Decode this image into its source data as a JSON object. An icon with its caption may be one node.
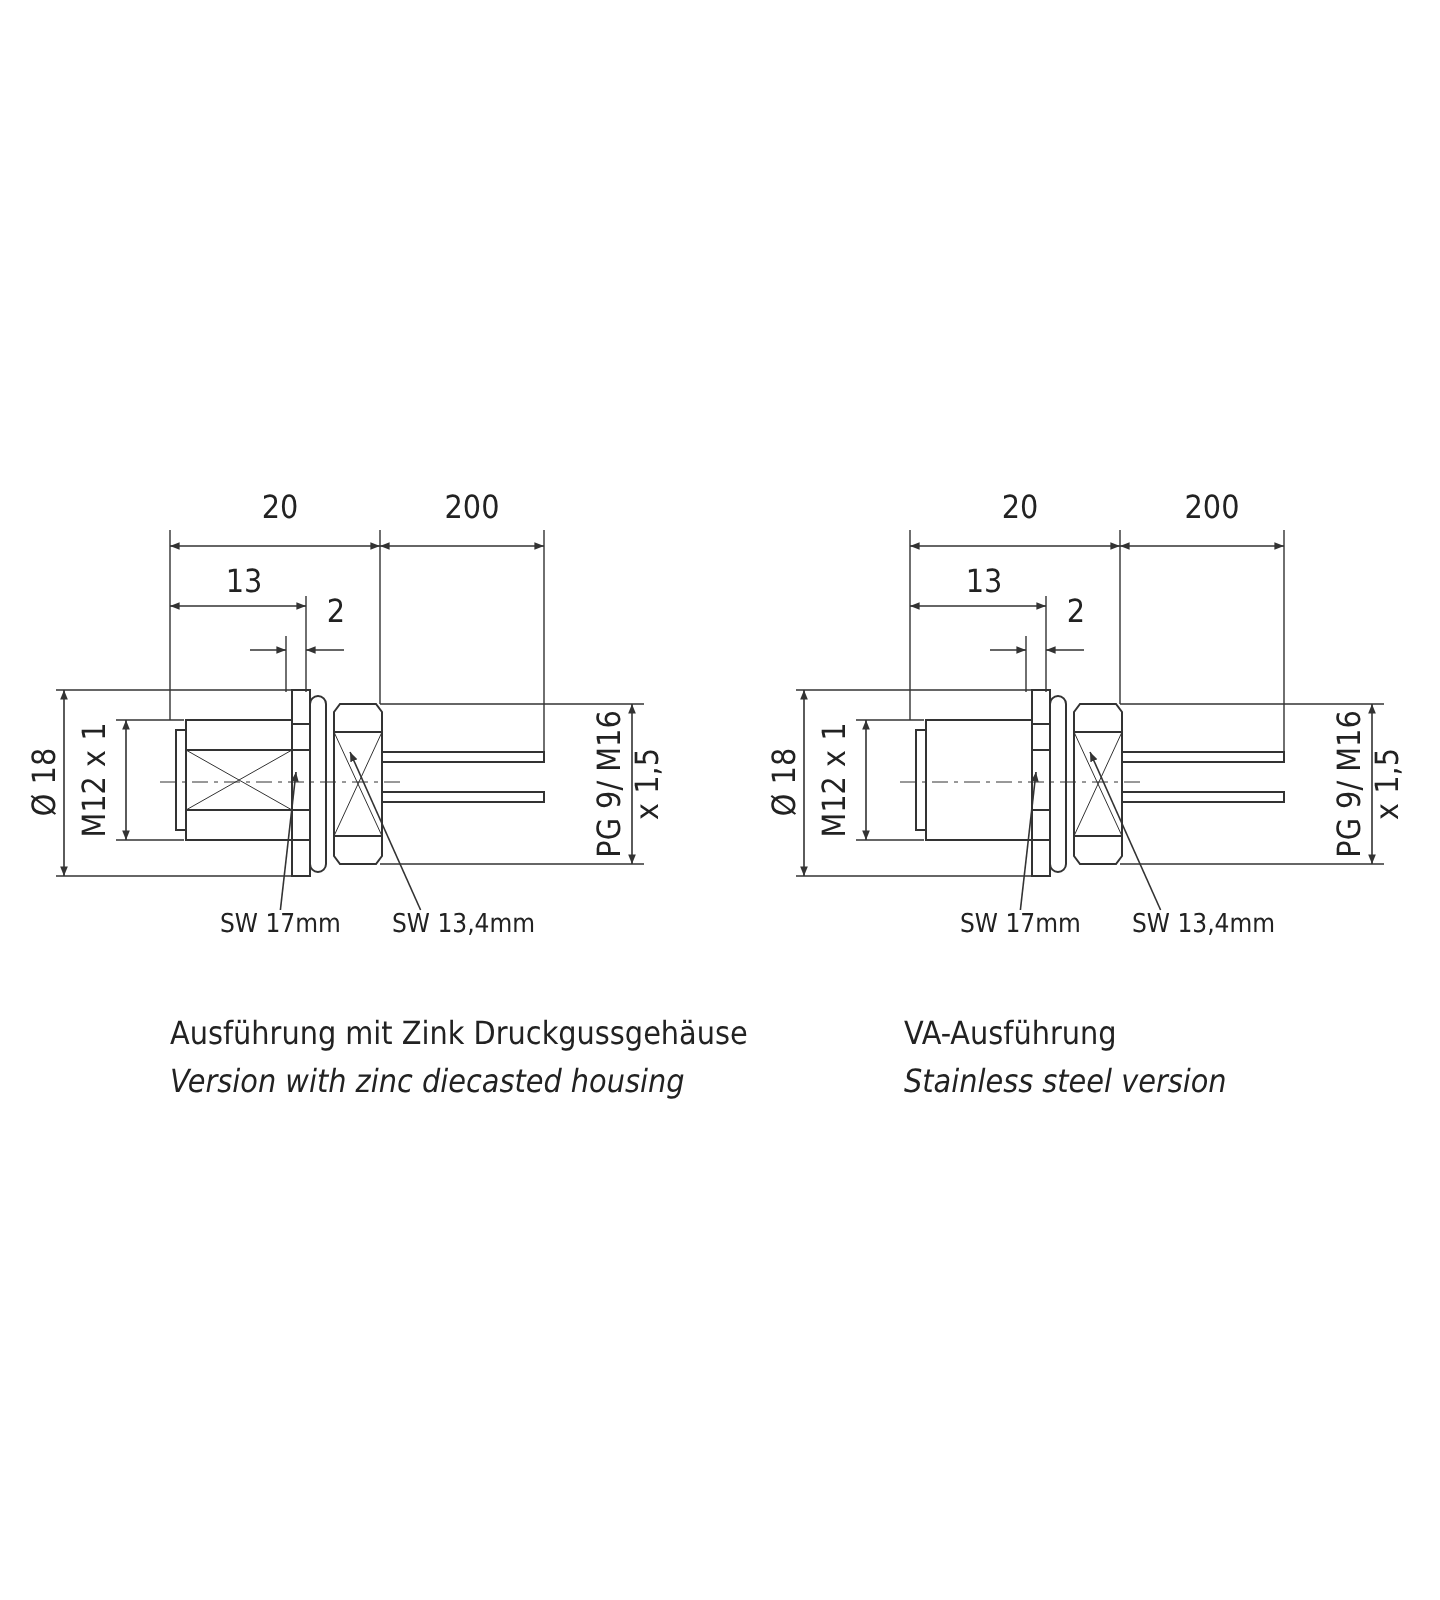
{
  "diagram": {
    "nodes": [
      {
        "text": [
          "SW 17mm"
        ]
      },
      {
        "text": [
          "SW 13,4mm"
        ]
      },
      {
        "text": [
          "SW 17mm"
        ]
      },
      {
        "text": [
          "SW 13,4mm"
        ]
      }
    ],
    "edges": [
      {
        "from": 0,
        "to": null,
        "arrow": "to"
      },
      {
        "from": 1,
        "to": null,
        "arrow": "to"
      },
      {
        "from": 2,
        "to": null,
        "arrow": "to"
      },
      {
        "from": 3,
        "to": null,
        "arrow": "to"
      }
    ],
    "labels": [
      "20",
      "200",
      "13",
      "2",
      "Ø 18",
      "M12 x 1",
      "PG 9/ M16 x 1,5",
      "20",
      "200",
      "13",
      "2",
      "Ø 18",
      "M12 x 1",
      "PG 9/ M16 x 1,5",
      "Ausführung mit Zink Druckgussgehäuse",
      "Version with zinc diecasted housing",
      "VA-Ausführung",
      "Stainless steel version"
    ]
  }
}
